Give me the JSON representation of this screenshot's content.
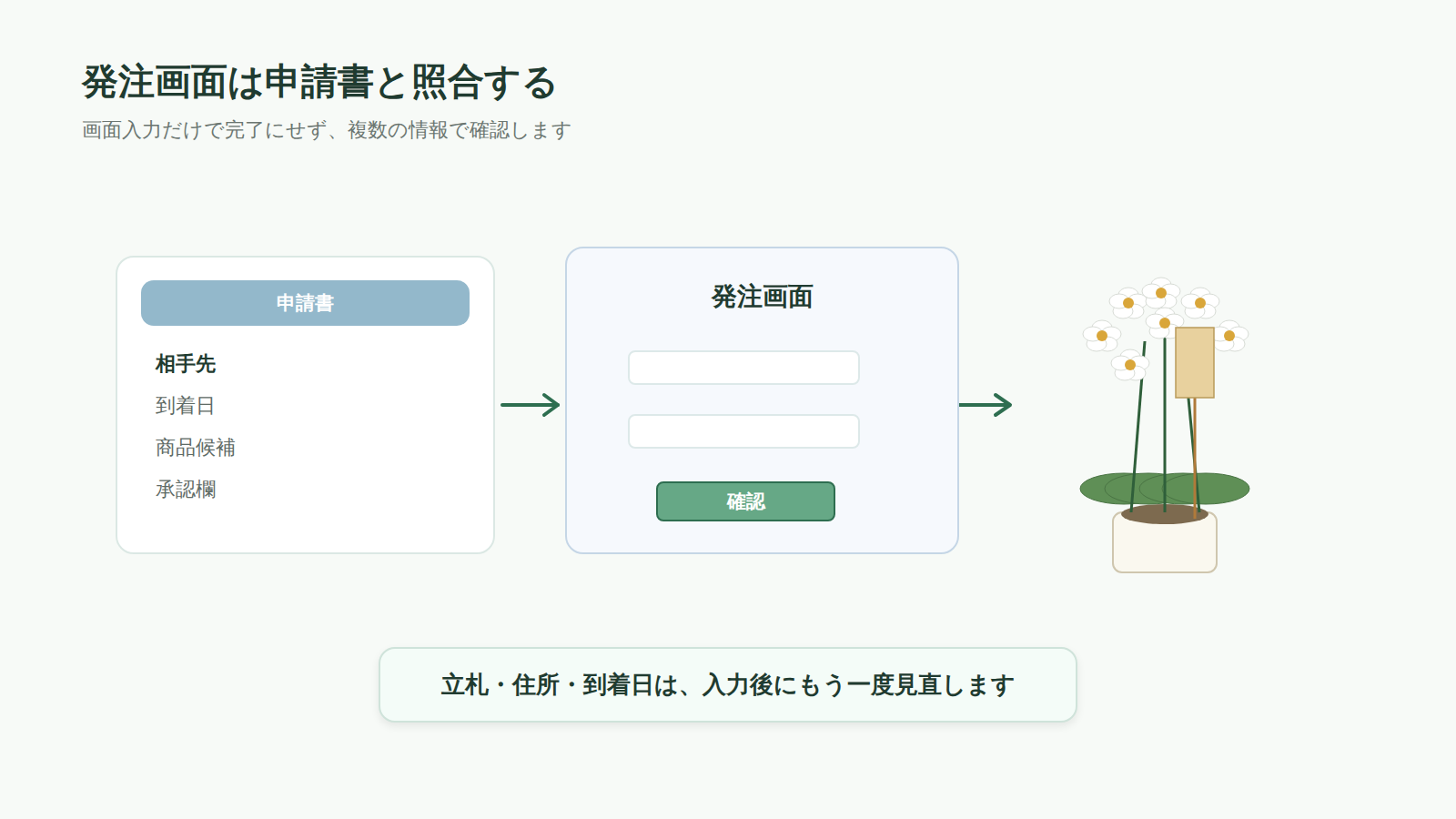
{
  "diagram": {
    "title": "発注画面は申請書と照合する",
    "caption": "画面入力だけで完了にせず、複数の情報で確認します",
    "nodes": [
      {
        "text": [
          "相手先",
          "到着日",
          "商品候補",
          "承認欄"
        ]
      },
      {
        "text": [
          "申請書"
        ],
        "in": 0
      },
      {
        "text": [
          "発注画面"
        ]
      },
      {
        "text": [
          "確認"
        ],
        "in": 2
      },
      {
        "text": [
          "立札・住所・到着日は、入力後にもう一度見直します"
        ]
      }
    ],
    "edges": [
      {
        "from": 0,
        "to": 2,
        "arrow": "to"
      }
    ]
  }
}
